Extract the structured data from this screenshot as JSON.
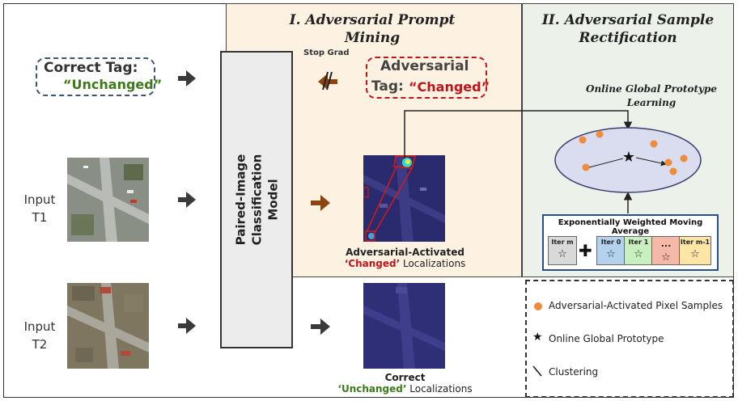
{
  "sections": {
    "mining_title": "I. Adversarial Prompt Mining",
    "rectification_title": "II. Adversarial Sample Rectification"
  },
  "tags": {
    "correct_label": "Correct Tag:",
    "correct_value": "“Unchanged”",
    "adversarial_label_1": "Adversarial",
    "adversarial_label_2": "Tag:",
    "adversarial_value": "“Changed”",
    "stop_grad": "Stop Grad"
  },
  "inputs": {
    "t1": "Input T1",
    "t2": "Input T2"
  },
  "model": {
    "label": "Paired-Image Classification Model"
  },
  "localizations": {
    "adversarial_line1": "Adversarial-Activated",
    "adversarial_word": "‘Changed’",
    "adversarial_line2": "Localizations",
    "correct_line1": "Correct",
    "correct_word": "‘Unchanged’",
    "correct_line2": "Localizations"
  },
  "prototype": {
    "title": "Online Global Prototype Learning"
  },
  "ema": {
    "title": "Exponentially Weighted Moving Average",
    "cells": [
      {
        "label": "Iter m",
        "color": "#d9d9d9"
      },
      {
        "label": "Iter 0",
        "color": "#b4d2ee"
      },
      {
        "label": "Iter 1",
        "color": "#c9efc0"
      },
      {
        "label": "...",
        "color": "#f6b8a8"
      },
      {
        "label": "Iter m-1",
        "color": "#fbe6a6"
      }
    ],
    "plus": "✚",
    "star": "☆"
  },
  "legend": {
    "samples": "Adversarial-Activated Pixel Samples",
    "prototype": "Online Global Prototype",
    "clustering": "Clustering"
  },
  "colors": {
    "green": "#3c7a1a",
    "red": "#c0141b",
    "orange": "#f08b3a",
    "arrow_dark": "#3a3a3a",
    "arrow_brown": "#8a4512",
    "blue_border": "#2b4d8a"
  }
}
